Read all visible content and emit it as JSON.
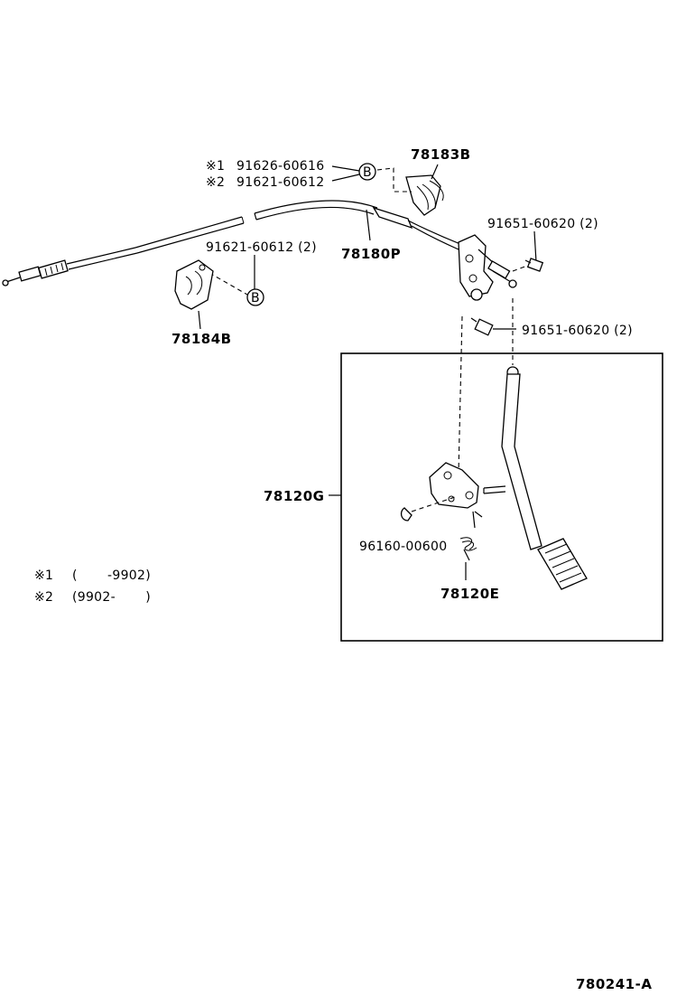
{
  "callouts": {
    "p78183B": "78183B",
    "p91626_1": "91626-60616",
    "p91621_2": "91621-60612",
    "mark1": "※1",
    "mark2": "※2",
    "clampB": "B",
    "p91651_top": "91651-60620 (2)",
    "p91621_left": "91621-60612 (2)",
    "p78180P": "78180P",
    "p78184B": "78184B",
    "p91651_mid": "91651-60620 (2)",
    "p78120G": "78120G",
    "p96160": "96160-00600",
    "p78120E": "78120E"
  },
  "legend": {
    "row1_mark": "※1",
    "row1_range": "(       -9902)",
    "row2_mark": "※2",
    "row2_range": "(9902-       )"
  },
  "figure_code": "780241-A"
}
